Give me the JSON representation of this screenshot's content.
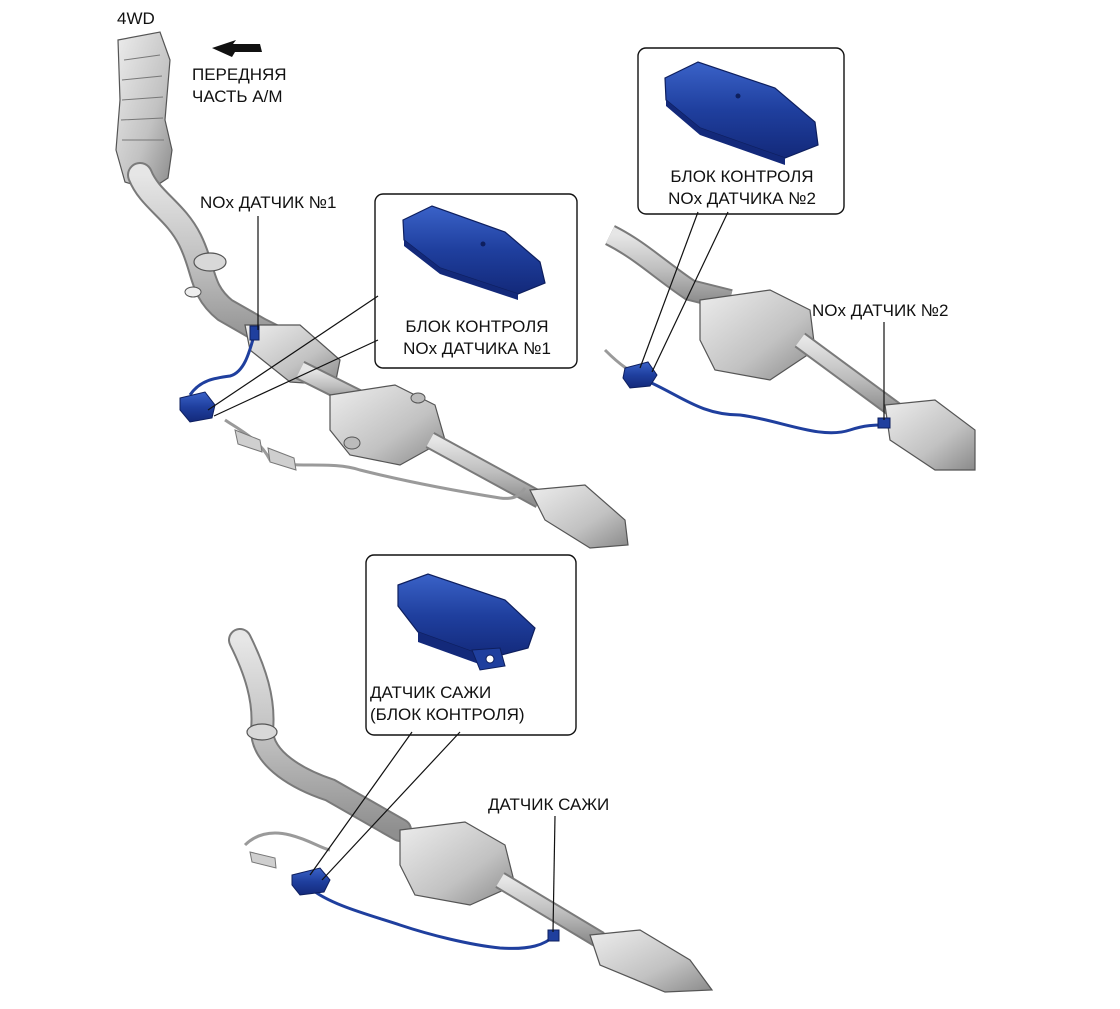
{
  "variant": "4WD",
  "front_label": [
    "ПЕРЕДНЯЯ",
    "ЧАСТЬ А/М"
  ],
  "nox_sensor_1": "NOx ДАТЧИК №1",
  "nox_control_1": [
    "БЛОК КОНТРОЛЯ",
    "NOx ДАТЧИКА №1"
  ],
  "nox_control_2": [
    "БЛОК КОНТРОЛЯ",
    "NOx ДАТЧИКА №2"
  ],
  "nox_sensor_2": "NOx ДАТЧИК №2",
  "soot_control": [
    "ДАТЧИК САЖИ",
    "(БЛОК КОНТРОЛЯ)"
  ],
  "soot_sensor": "ДАТЧИК САЖИ",
  "colors": {
    "highlight": "#1f3f9e",
    "highlight_dark": "#13297a",
    "highlight_light": "#3a62c8",
    "part": "#cfcfcf",
    "part_dark": "#8a8a8a",
    "line": "#111111"
  }
}
